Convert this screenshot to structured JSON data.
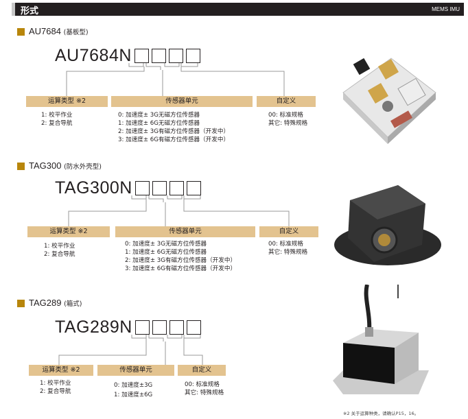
{
  "header": {
    "title": "形式",
    "right": "MEMS IMU"
  },
  "sections": [
    {
      "name": "AU7684",
      "type": "(基板型)",
      "code": "AU7684N",
      "headers": [
        "运算类型 ※2",
        "传感器单元",
        "自定义"
      ],
      "calc": [
        "1: 校平作业",
        "2: 复合导航"
      ],
      "sensor": [
        "0: 加速度± 3G无磁方位传感器",
        "1: 加速度± 6G无磁方位传感器",
        "2: 加速度± 3G有磁方位传感器（开发中）",
        "3: 加速度± 6G有磁方位传感器（开发中）"
      ],
      "custom": [
        "00: 标准规格",
        "其它: 特殊规格"
      ]
    },
    {
      "name": "TAG300",
      "type": "(防水外壳型)",
      "code": "TAG300N",
      "headers": [
        "运算类型 ※2",
        "传感器单元",
        "自定义"
      ],
      "calc": [
        "1: 校平作业",
        "2: 复合导航"
      ],
      "sensor": [
        "0: 加速度± 3G无磁方位传感器",
        "1: 加速度± 6G无磁方位传感器",
        "2: 加速度± 3G有磁方位传感器（开发中）",
        "3: 加速度± 6G有磁方位传感器（开发中）"
      ],
      "custom": [
        "00: 标准规格",
        "其它: 特殊规格"
      ]
    },
    {
      "name": "TAG289",
      "type": "(箱式)",
      "code": "TAG289N",
      "headers": [
        "运算类型 ※2",
        "传感器单元",
        "自定义"
      ],
      "calc": [
        "1: 校平作业",
        "2: 复合导航"
      ],
      "sensor": [
        "0:  加速度±3G",
        "1:  加速度±6G"
      ],
      "custom": [
        "00: 标准规格",
        "其它: 特殊规格"
      ]
    }
  ],
  "footnote": "※2  关于运算种类，请确认P15，16。",
  "colors": {
    "accent": "#b8860b",
    "header_fill": "#e3c38f",
    "bar": "#231f20"
  }
}
